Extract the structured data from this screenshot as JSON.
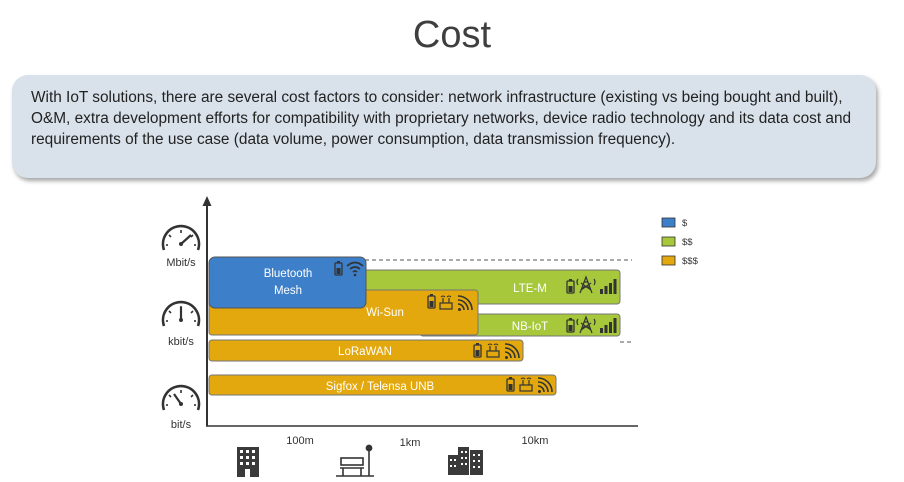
{
  "title": "Cost",
  "callout": "With IoT solutions, there are several cost factors to consider: network infrastructure (existing vs being bought and built), O&M, extra development efforts for compatibility with proprietary networks, device radio technology and its data cost and requirements of the use case (data volume, power consumption, data transmission frequency).",
  "legend": [
    {
      "label": "$",
      "color": "#3d7fc9"
    },
    {
      "label": "$$",
      "color": "#a6c83a"
    },
    {
      "label": "$$$",
      "color": "#e2a80d"
    }
  ],
  "y_levels": [
    "Mbit/s",
    "kbit/s",
    "bit/s"
  ],
  "x_ranges": [
    "100m",
    "1km",
    "10km"
  ],
  "technologies": [
    {
      "name": "Bluetooth",
      "name2": "Mesh",
      "cost": "$"
    },
    {
      "name": "LTE-M",
      "cost": "$$"
    },
    {
      "name": "Wi-Sun",
      "cost": "$$$"
    },
    {
      "name": "NB-IoT",
      "cost": "$$"
    },
    {
      "name": "LoRaWAN",
      "cost": "$$$"
    },
    {
      "name": "Sigfox / Telensa UNB",
      "cost": "$$$"
    }
  ],
  "icons": [
    "speedometer-icon",
    "building-icon",
    "park-bench-icon",
    "city-icon",
    "battery-icon",
    "wifi-icon",
    "cell-tower-icon",
    "signal-bars-icon",
    "router-icon",
    "wireless-signal-icon"
  ]
}
